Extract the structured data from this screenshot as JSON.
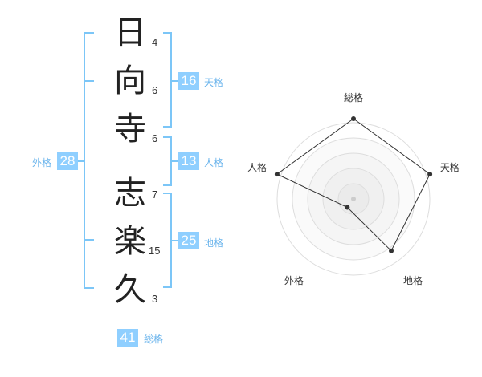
{
  "colors": {
    "accent": "#8fcfff",
    "accent_text": "#6ab4ec",
    "line": "#7cc6f7"
  },
  "characters": [
    {
      "char": "日",
      "strokes": "4"
    },
    {
      "char": "向",
      "strokes": "6"
    },
    {
      "char": "寺",
      "strokes": "6"
    },
    {
      "char": "志",
      "strokes": "7"
    },
    {
      "char": "楽",
      "strokes": "15"
    },
    {
      "char": "久",
      "strokes": "3"
    }
  ],
  "scores": {
    "tenkaku": {
      "label": "天格",
      "value": "16"
    },
    "jinkaku": {
      "label": "人格",
      "value": "13"
    },
    "chikaku": {
      "label": "地格",
      "value": "25"
    },
    "gaikaku": {
      "label": "外格",
      "value": "28"
    },
    "soukaku": {
      "label": "総格",
      "value": "41"
    }
  },
  "radar": {
    "axes": [
      "総格",
      "天格",
      "地格",
      "外格",
      "人格"
    ],
    "levels": [
      5,
      5,
      4,
      0,
      5
    ],
    "max": 5
  }
}
